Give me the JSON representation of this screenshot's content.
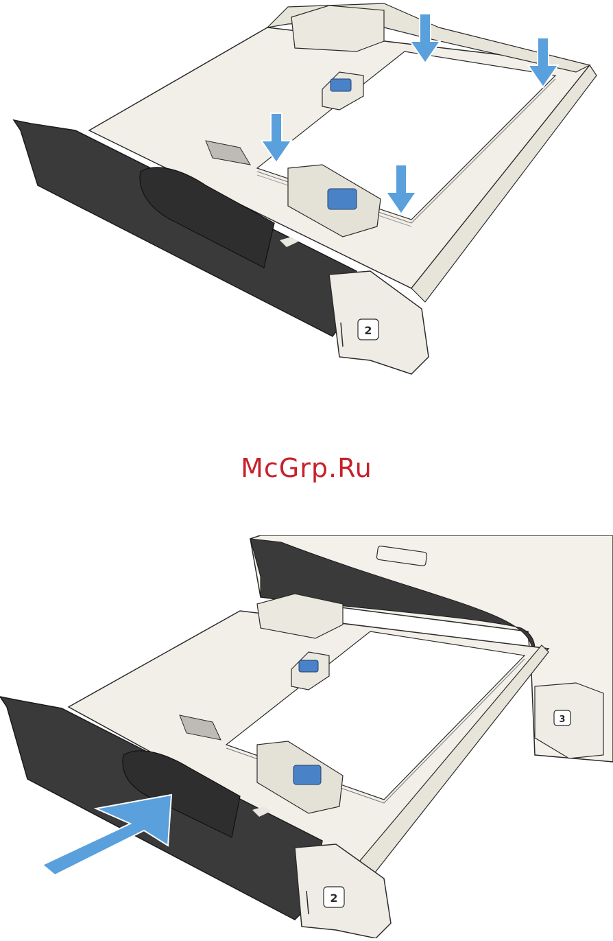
{
  "watermark": {
    "text": "McGrp.Ru"
  },
  "figures": [
    {
      "tray_label": "2"
    },
    {
      "tray_label": "2",
      "lower_tray_label": "3"
    }
  ],
  "colors": {
    "tray_body": "#3a3a3a",
    "tray_plastic": "#f1efe8",
    "paper": "#ffffff",
    "arrow": "#5aa0dc",
    "guide_blue": "#4a82c8",
    "outline": "#2b2b2b",
    "watermark": "#c8202a"
  },
  "icons": [
    "down-arrow-icon",
    "push-arrow-icon",
    "paper-guide-icon"
  ]
}
